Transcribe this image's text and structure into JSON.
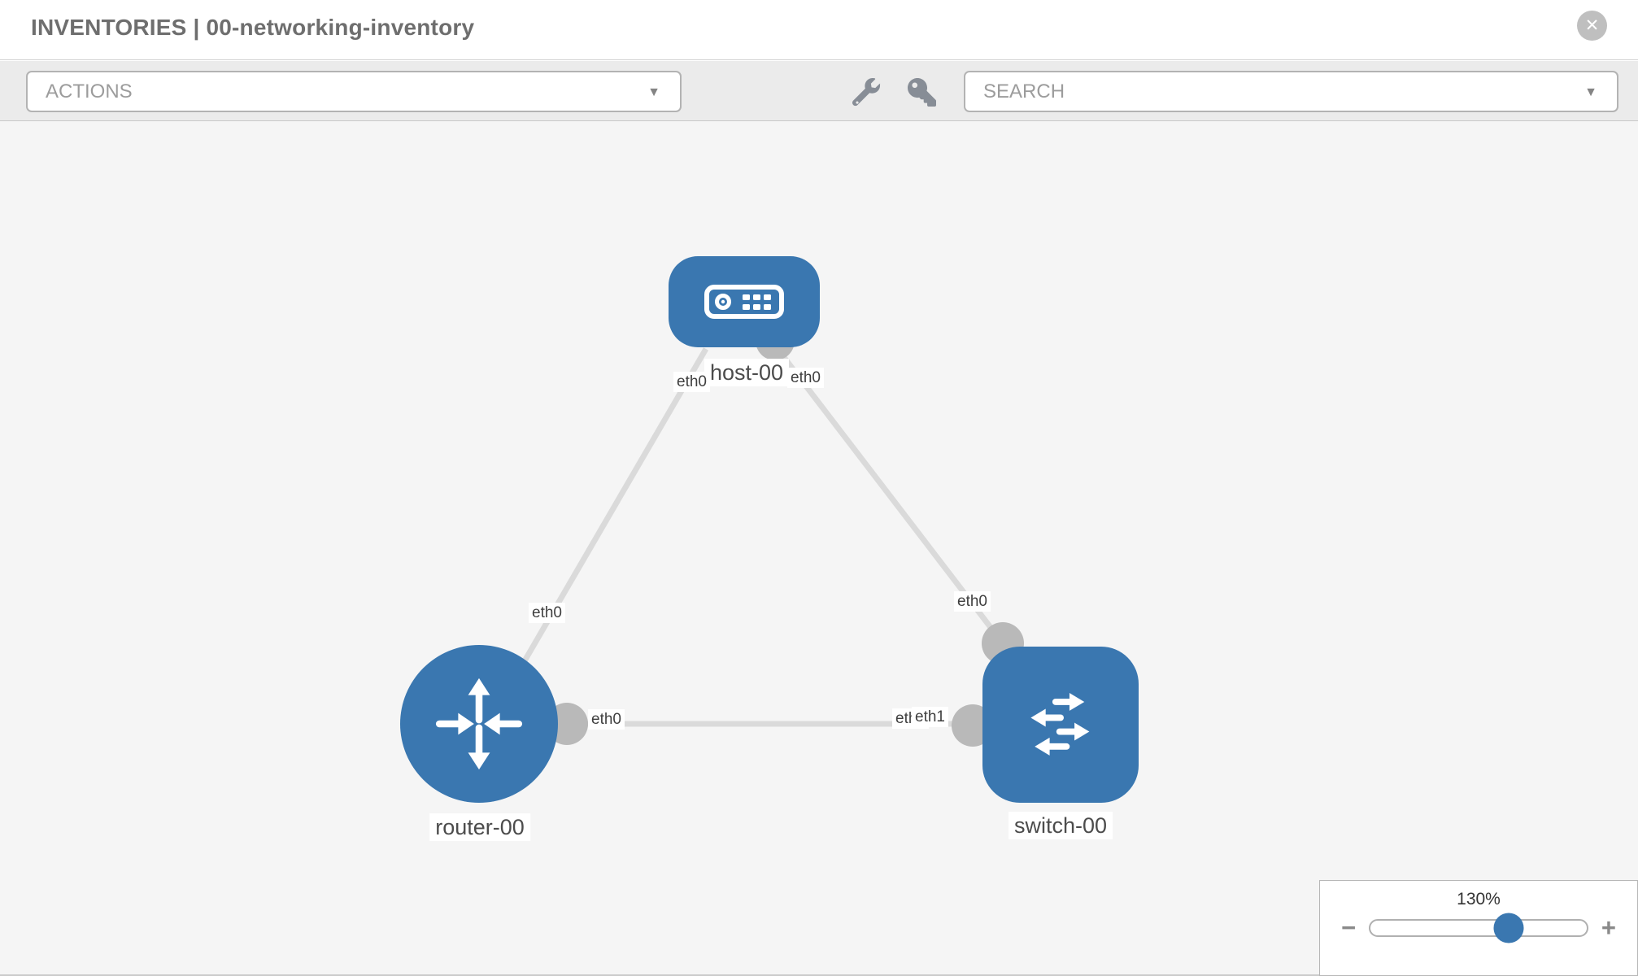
{
  "header": {
    "title": "INVENTORIES | 00-networking-inventory",
    "close_glyph": "✕"
  },
  "toolbar": {
    "actions_label": "ACTIONS",
    "search_label": "SEARCH",
    "caret_glyph": "▼",
    "icons": [
      "wrench-icon",
      "key-icon"
    ]
  },
  "topology": {
    "nodes": [
      {
        "id": "host-00",
        "type": "host",
        "label": "host-00"
      },
      {
        "id": "router-00",
        "type": "router",
        "label": "router-00"
      },
      {
        "id": "switch-00",
        "type": "switch",
        "label": "switch-00"
      }
    ],
    "links": [
      {
        "from": "host-00",
        "to": "router-00"
      },
      {
        "from": "host-00",
        "to": "switch-00"
      },
      {
        "from": "router-00",
        "to": "switch-00"
      }
    ],
    "interfaces": {
      "host_left": "eth0",
      "host_right": "eth0",
      "host_router_mid": "eth0",
      "host_switch_mid": "eth0",
      "router_right": "eth0",
      "switch_left_back": "eth0",
      "switch_left_front": "eth1"
    }
  },
  "zoom_control": {
    "level": "130%",
    "minus_glyph": "−",
    "plus_glyph": "+",
    "percent": 64
  },
  "colors": {
    "node_blue": "#3a77b0",
    "link_gray": "#dadada",
    "port_gray": "#b9b9b9"
  }
}
